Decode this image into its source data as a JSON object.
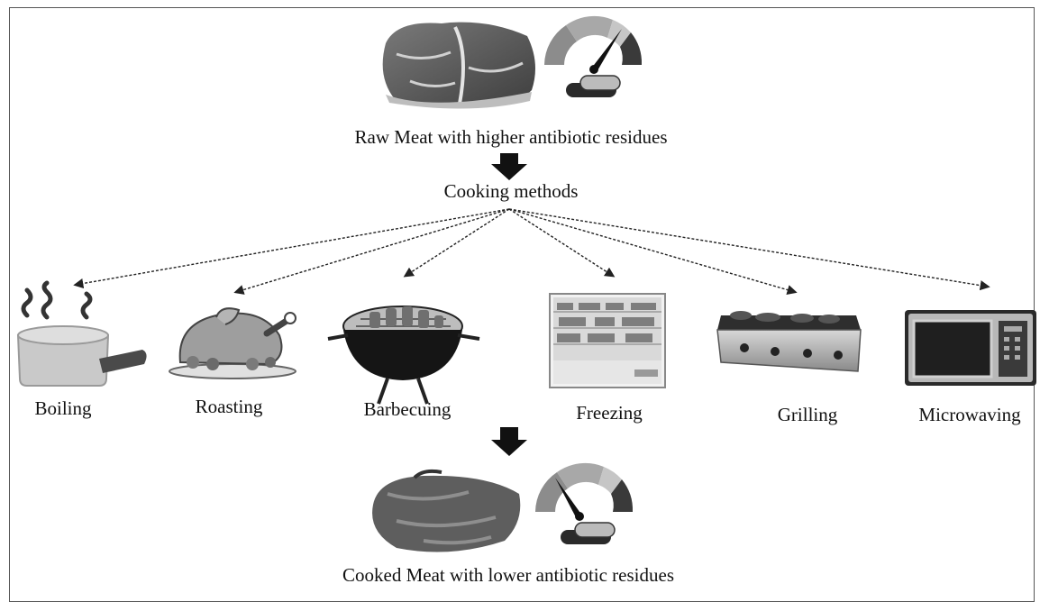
{
  "diagram": {
    "top_caption": "Raw Meat with higher antibiotic residues",
    "middle_caption": "Cooking methods",
    "bottom_caption": "Cooked Meat with lower antibiotic residues",
    "methods": [
      {
        "label": "Boiling",
        "icon": "boiling-pot-icon"
      },
      {
        "label": "Roasting",
        "icon": "roast-chicken-icon"
      },
      {
        "label": "Barbecuing",
        "icon": "barbecue-grill-icon"
      },
      {
        "label": "Freezing",
        "icon": "freezer-display-icon"
      },
      {
        "label": "Grilling",
        "icon": "griddle-grill-icon"
      },
      {
        "label": "Microwaving",
        "icon": "microwave-oven-icon"
      }
    ],
    "gauges": [
      {
        "state": "raw",
        "residue_level": "high",
        "icon": "residue-gauge-icon"
      },
      {
        "state": "cooked",
        "residue_level": "low",
        "icon": "residue-gauge-icon"
      }
    ]
  }
}
